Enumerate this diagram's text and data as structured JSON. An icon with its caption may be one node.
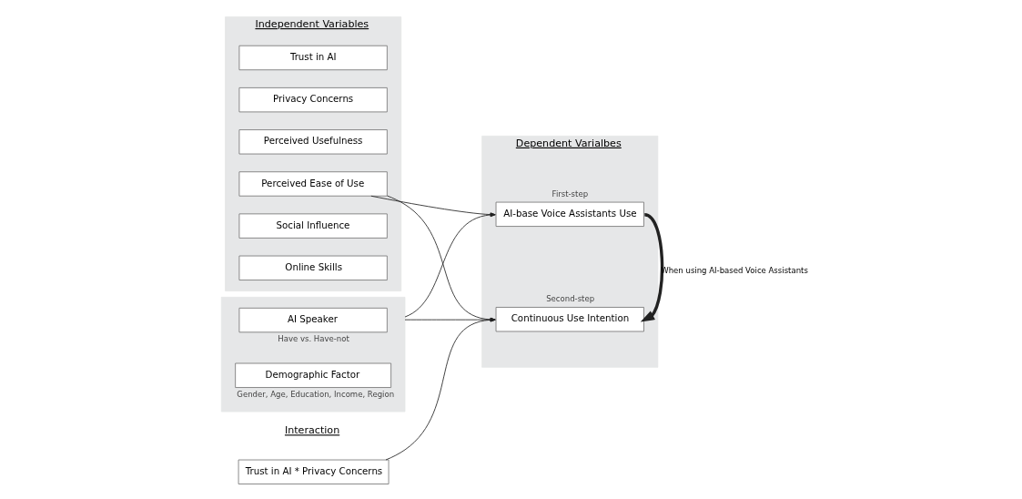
{
  "diagram": {
    "nodes": [
      {
        "text": [
          "Independent Variables"
        ]
      },
      {
        "text": [
          "Trust in AI"
        ],
        "in": 0
      },
      {
        "text": [
          "Privacy Concerns"
        ],
        "in": 0
      },
      {
        "text": [
          "Perceived Usefulness"
        ],
        "in": 0
      },
      {
        "text": [
          "Perceived Ease of Use"
        ],
        "in": 0
      },
      {
        "text": [
          "Social Influence"
        ],
        "in": 0
      },
      {
        "text": [
          "Online Skills"
        ],
        "in": 0
      },
      {
        "text": [],
        "shape": "box"
      },
      {
        "text": [
          "AI Speaker"
        ],
        "in": 7,
        "beside": [
          "Have vs. Have-not"
        ]
      },
      {
        "text": [
          "Demographic Factor"
        ],
        "in": 7,
        "beside": [
          "Gender, Age, Education, Income, Region"
        ]
      },
      {
        "text": [
          "Trust in AI * Privacy Concerns"
        ]
      },
      {
        "text": [
          "Dependent Varialbes"
        ]
      },
      {
        "text": [
          "Continuous Use Intention"
        ],
        "in": 11,
        "beside": [
          "Second-step"
        ]
      },
      {
        "text": [
          "AI-base Voice Assistants Use"
        ],
        "in": 11,
        "beside": [
          "First-step"
        ]
      }
    ],
    "edges": [
      {
        "from": 10,
        "to": 12,
        "arrow": "to"
      },
      {
        "from": 4,
        "to": 12,
        "arrow": "to"
      },
      {
        "from": 4,
        "to": 13,
        "arrow": "to"
      },
      {
        "from": 7,
        "to": 12,
        "arrow": "to"
      },
      {
        "from": 7,
        "to": 13,
        "arrow": "to"
      },
      {
        "from": 13,
        "to": 12,
        "arrow": "to",
        "label": "When using AI-based Voice Assistants",
        "style": "thick"
      }
    ],
    "labels": [
      "Interaction"
    ]
  }
}
